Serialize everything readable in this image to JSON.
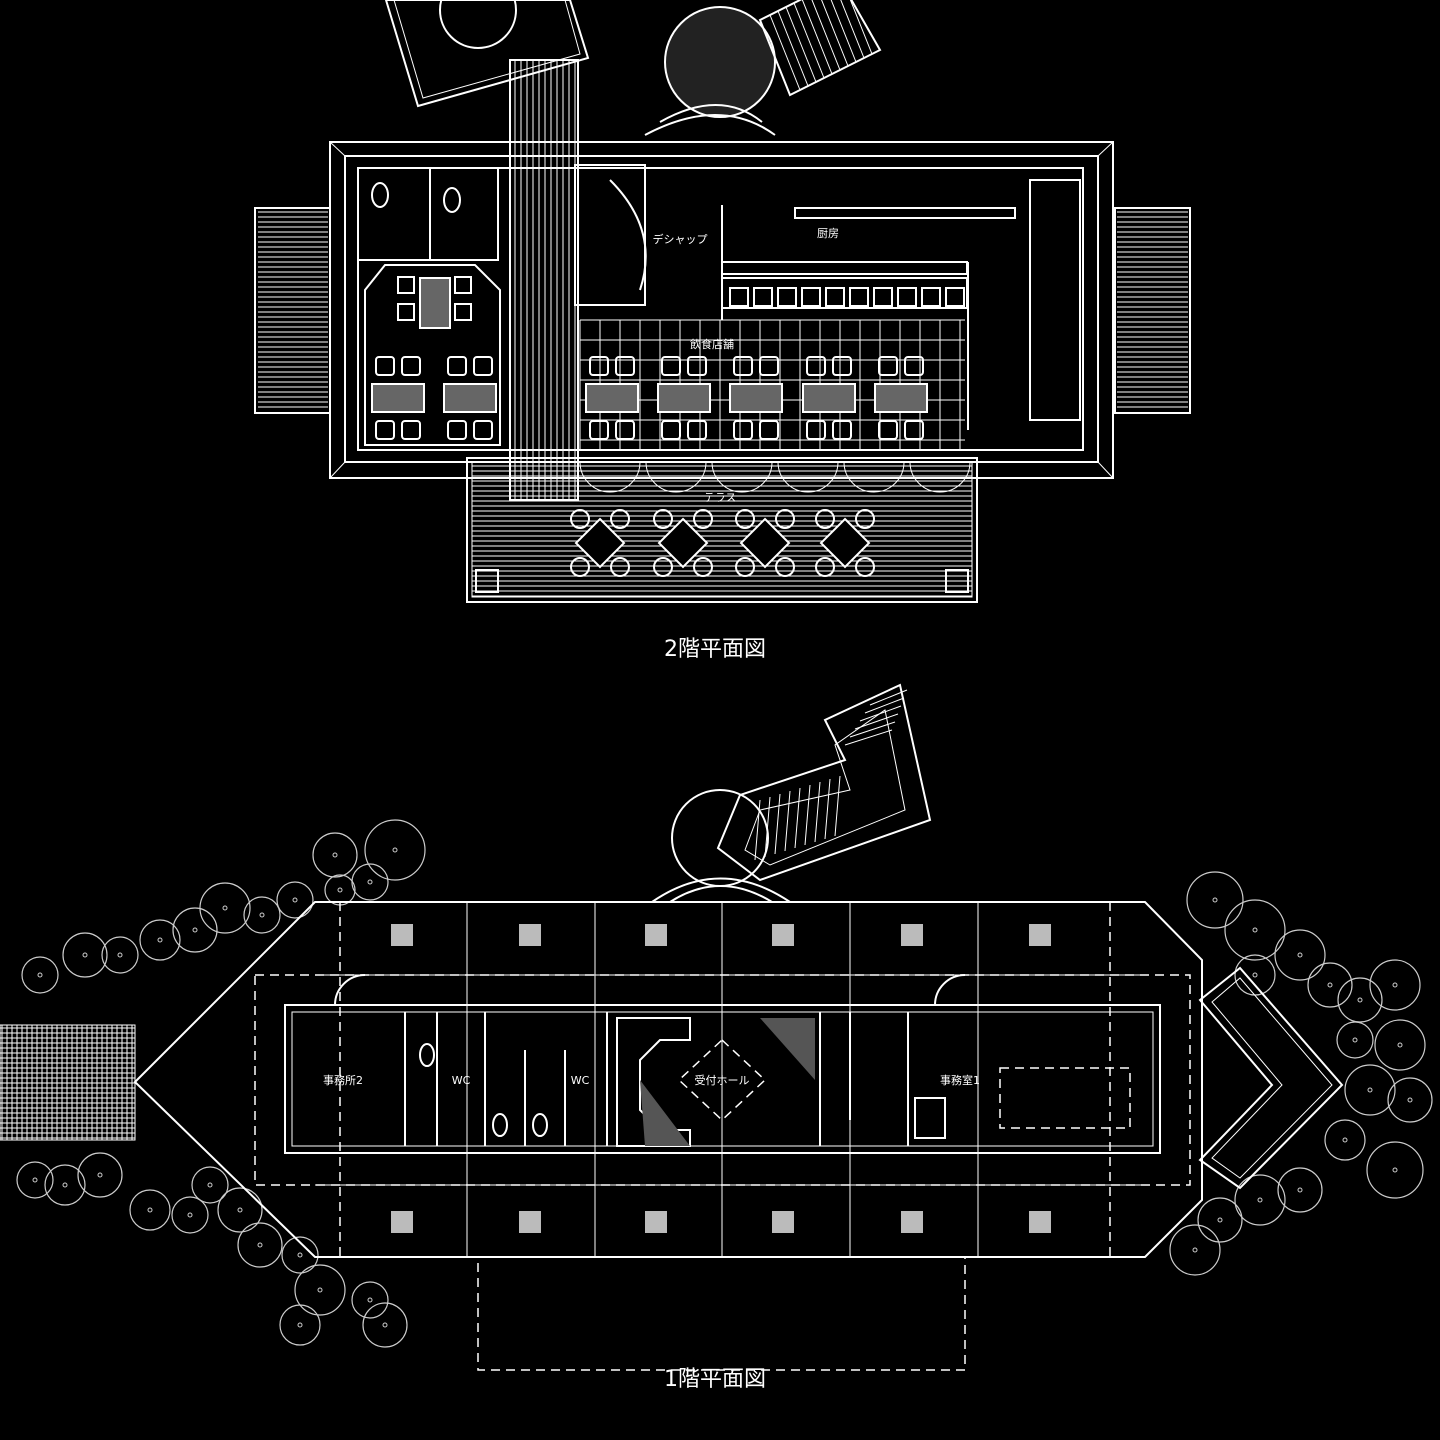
{
  "upper_plan": {
    "title": "2階平面図",
    "rooms": {
      "dishup": "デシャップ",
      "kitchen": "厨房",
      "restaurant": "飲食店舗",
      "terrace": "テラス"
    }
  },
  "lower_plan": {
    "title": "1階平面図",
    "rooms": {
      "office2": "事務所2",
      "wc_left": "WC",
      "wc_right": "WC",
      "reception": "受付ホール",
      "office1": "事務室1"
    }
  },
  "colors": {
    "background": "#000000",
    "line": "#ffffff",
    "column": "#bbbbbb"
  }
}
